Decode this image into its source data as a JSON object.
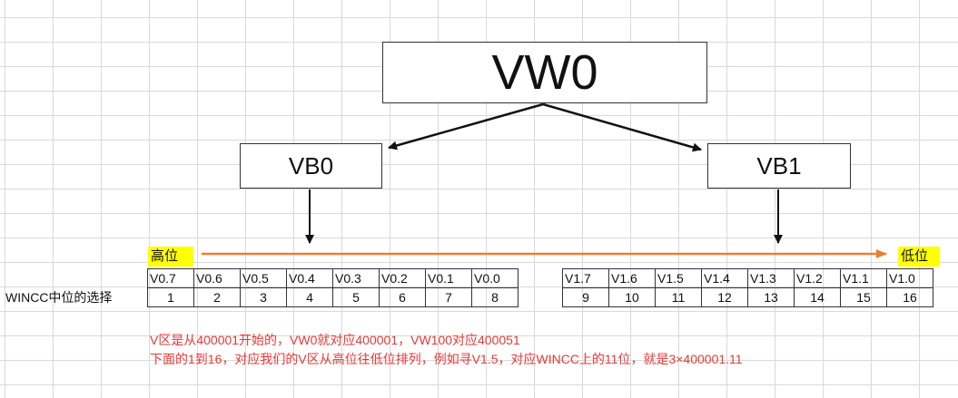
{
  "diagram": {
    "word": "VW0",
    "byte_left": "VB0",
    "byte_right": "VB1",
    "high_label": "高位",
    "low_label": "低位",
    "row_label": "WINCC中位的选择",
    "bits_left": [
      "V0.7",
      "V0.6",
      "V0.5",
      "V0.4",
      "V0.3",
      "V0.2",
      "V0.1",
      "V0.0"
    ],
    "nums_left": [
      "1",
      "2",
      "3",
      "4",
      "5",
      "6",
      "7",
      "8"
    ],
    "bits_right": [
      "V1.7",
      "V1.6",
      "V1.5",
      "V1.4",
      "V1.3",
      "V1.2",
      "V1.1",
      "V1.0"
    ],
    "nums_right": [
      "9",
      "10",
      "11",
      "12",
      "13",
      "14",
      "15",
      "16"
    ],
    "note_line1": "V区是从400001开始的，VW0就对应400001，VW100对应400051",
    "note_line2": "下面的1到16，对应我们的V区从高位往低位排列，例如寻V1.5，对应WINCC上的11位，就是3×400001.11"
  },
  "colors": {
    "highlight": "#ffff00",
    "orange_arrow": "#ed7d31",
    "note_text": "#e53935",
    "box_border": "#333333"
  }
}
